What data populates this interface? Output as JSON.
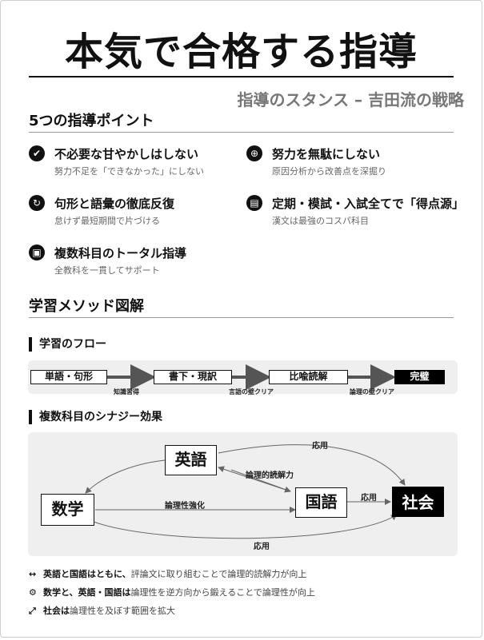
{
  "title": "本気で合格する指導",
  "subtitle": "指導のスタンス – 吉田流の戦略",
  "points_heading": "5つの指導ポイント",
  "points": [
    {
      "icon": "check-circle-icon",
      "title": "不必要な甘やかしはしない",
      "desc": "努力不足を「できなかった」にしない"
    },
    {
      "icon": "search-zoom-icon",
      "title": "努力を無駄にしない",
      "desc": "原因分析から改善点を深掘り"
    },
    {
      "icon": "refresh-icon",
      "title": "句形と語彙の徹底反復",
      "desc": "怠けず最短期間で片づける"
    },
    {
      "icon": "book-icon",
      "title": "定期・模試・入試全てで「得点源」",
      "desc": "漢文は最強のコスパ科目"
    },
    {
      "icon": "teacher-icon",
      "title": "複数科目のトータル指導",
      "desc": "全教科を一貫してサポート"
    }
  ],
  "method_heading": "学習メソッド図解",
  "flow": {
    "heading": "学習のフロー",
    "steps": [
      "単語・句形",
      "書下・現訳",
      "比喩読解",
      "完璧"
    ],
    "labels": [
      "知識習得",
      "言語の壁クリア",
      "論理の壁クリア"
    ]
  },
  "synergy": {
    "heading": "複数科目のシナジー効果",
    "nodes": {
      "english": "英語",
      "math": "数学",
      "japanese": "国語",
      "social": "社会"
    },
    "edges": {
      "top": "応用",
      "eng_jp": "論理的読解力",
      "math_jp": "論理性強化",
      "jp_social": "応用",
      "bottom": "応用"
    }
  },
  "notes": [
    {
      "icon": "double-arrow-icon",
      "bold": "英語と国語はともに、",
      "text": "評論文に取り組むことで論理的読解力が向上"
    },
    {
      "icon": "gears-icon",
      "bold": "数学と、英語・国語は",
      "text": "論理性を逆方向から鍛えることで論理性が向上"
    },
    {
      "icon": "expand-icon",
      "bold": "社会は",
      "text": "論理性を及ぼす範囲を拡大"
    }
  ]
}
